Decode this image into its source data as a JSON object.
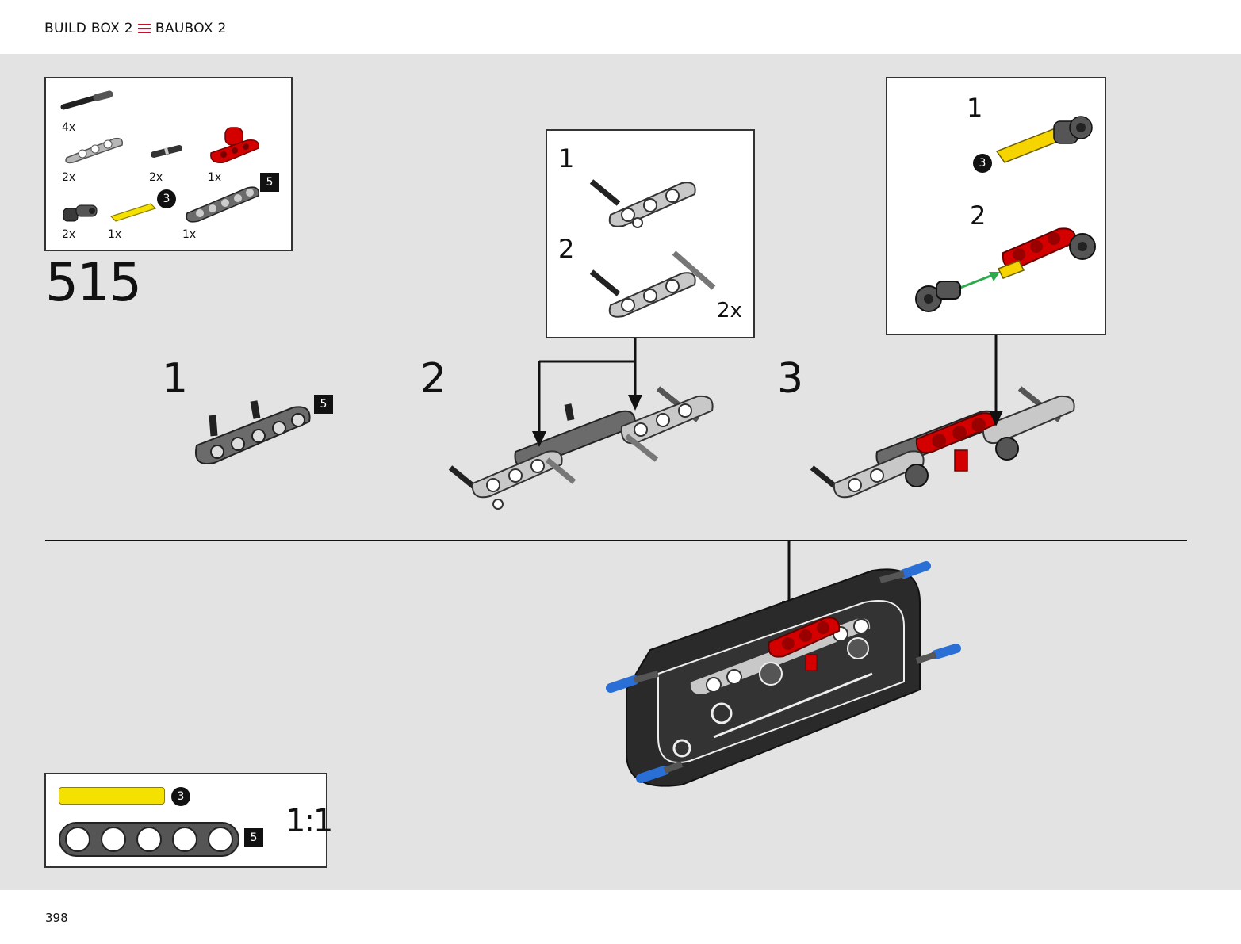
{
  "header": {
    "left": "BUILD BOX 2",
    "right": "BAUBOX 2"
  },
  "page_number": "398",
  "step_number": "515",
  "parts_list": {
    "items": [
      {
        "count": "4x",
        "icon": "axle-pin-icon"
      },
      {
        "count": "2x",
        "icon": "light-gray-beam-3-icon"
      },
      {
        "count": "2x",
        "icon": "short-pin-icon"
      },
      {
        "count": "1x",
        "icon": "red-connector-icon",
        "badge": "5"
      },
      {
        "count": "2x",
        "icon": "dark-gray-connector-icon"
      },
      {
        "count": "1x",
        "icon": "yellow-axle-icon",
        "badge": "3"
      },
      {
        "count": "1x",
        "icon": "dark-gray-beam-5-icon"
      }
    ]
  },
  "substeps": [
    {
      "label": "1",
      "badge": "5"
    },
    {
      "label": "2"
    },
    {
      "label": "3"
    }
  ],
  "callout_a": {
    "steps": [
      "1",
      "2"
    ],
    "multiplier": "2x"
  },
  "callout_b": {
    "steps": [
      "1",
      "2"
    ],
    "badge": "3"
  },
  "scale_box": {
    "axle_badge": "3",
    "beam_badge": "5",
    "scale": "1:1"
  },
  "colors": {
    "accent": "#c8102e",
    "red_part": "#d40000",
    "yellow_part": "#f5e100",
    "blue_pin": "#2a6fd6",
    "stage_bg": "#e3e3e3"
  }
}
